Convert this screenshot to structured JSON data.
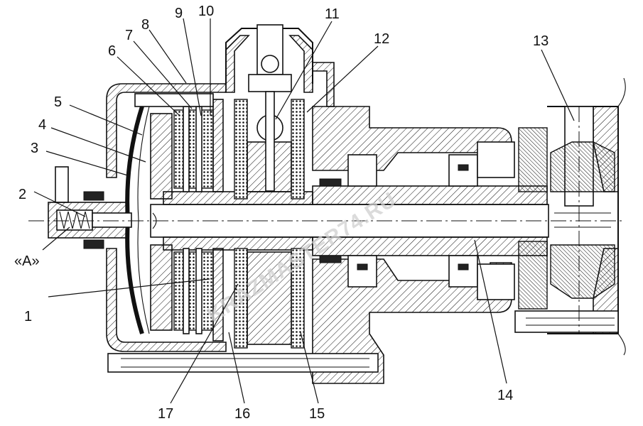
{
  "callouts": {
    "c1": "1",
    "c2": "2",
    "c3": "3",
    "c4": "4",
    "c5": "5",
    "c6": "6",
    "c7": "7",
    "c8": "8",
    "c9": "9",
    "c10": "10",
    "c11": "11",
    "c12": "12",
    "c13": "13",
    "c14": "14",
    "c15": "15",
    "c16": "16",
    "c17": "17",
    "view_a": "«А»"
  },
  "watermark": "KRAZMASTER74.RU"
}
